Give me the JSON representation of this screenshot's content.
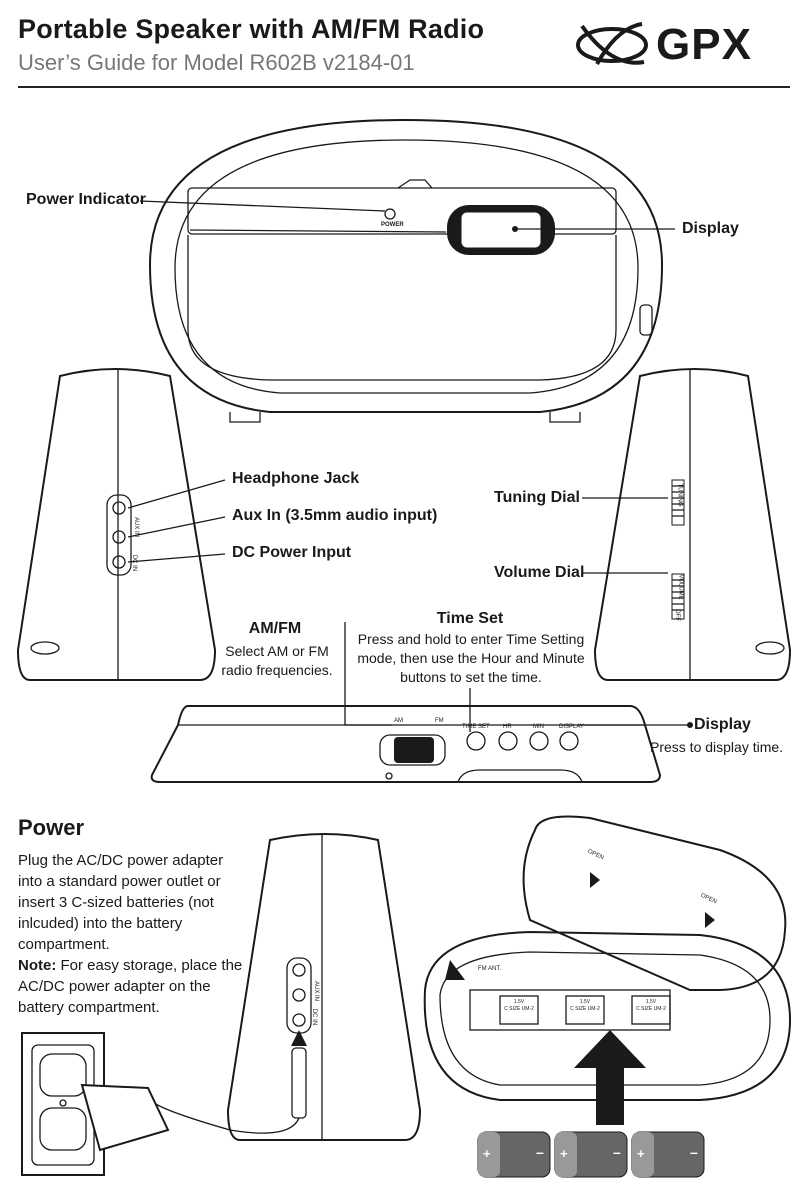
{
  "header": {
    "title": "Portable Speaker with AM/FM Radio",
    "subtitle": "User’s Guide for Model R602B v2184-01",
    "brand": "GPX"
  },
  "diagram": {
    "front": {
      "power_indicator": "Power Indicator",
      "display": "Display",
      "power_marking": "POWER"
    },
    "left_side": {
      "headphone_jack": "Headphone Jack",
      "aux_in": "Aux In (3.5mm audio input)",
      "dc_power_input": "DC Power Input",
      "aux_marking": "AUX IN",
      "dc_marking": "DC IN"
    },
    "right_side": {
      "tuning_dial": "Tuning Dial",
      "volume_dial": "Volume Dial",
      "tuning_marking": "TUNING",
      "volume_marking": "VOLUME",
      "off_marking": "OFF"
    },
    "top": {
      "am_fm_title": "AM/FM",
      "am_fm_desc": "Select AM or FM radio frequencies.",
      "time_set_title": "Time Set",
      "time_set_desc": "Press and hold to enter Time Setting mode, then use the Hour and Minute buttons to set the time.",
      "display_title": "Display",
      "display_desc": "Press to display time.",
      "am_marking": "AM",
      "fm_marking": "FM",
      "time_set_marking": "TIME SET",
      "hr_marking": "HR",
      "min_marking": "MIN",
      "display_marking": "DISPLAY"
    }
  },
  "power": {
    "heading": "Power",
    "body": "Plug the AC/DC power adapter into a standard power outlet or insert 3 C-sized batteries (not inlcuded) into the battery compartment.",
    "note_label": "Note:",
    "note_text": " For easy storage, place the AC/DC power adapter on the battery compartment.",
    "open_marking": "OPEN",
    "fm_ant_marking": "FM ANT.",
    "battery_voltage": "1.5V",
    "battery_size": "C SIZE UM-2",
    "plus": "+",
    "minus": "–"
  }
}
